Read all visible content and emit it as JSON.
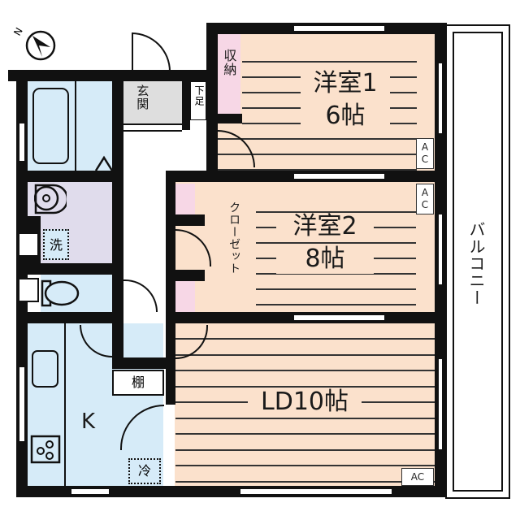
{
  "plan": {
    "compass": {
      "north_label": "N"
    },
    "rooms": {
      "western1": {
        "name": "洋室1",
        "size": "6帖"
      },
      "western2": {
        "name": "洋室2",
        "size": "8帖"
      },
      "ld": {
        "label": "LD10帖"
      },
      "kitchen": {
        "label": "K"
      },
      "entrance": {
        "label": "玄関"
      },
      "shoe_box": {
        "label": "下足"
      },
      "storage1": {
        "label": "収納"
      },
      "closet": {
        "label": "クローゼット"
      },
      "balcony": {
        "label": "バルコニー"
      },
      "washer": {
        "label": "洗"
      },
      "fridge": {
        "label": "冷"
      },
      "shelf": {
        "label": "棚"
      }
    },
    "ac_units": [
      "AC",
      "AC",
      "AC"
    ],
    "colors": {
      "wood_floor": "#fbe1cc",
      "wet_area": "#d6ebf8",
      "washroom": "#e0dcec",
      "storage": "#f7d7e6",
      "entrance": "#dedede",
      "wall": "#111111"
    }
  }
}
